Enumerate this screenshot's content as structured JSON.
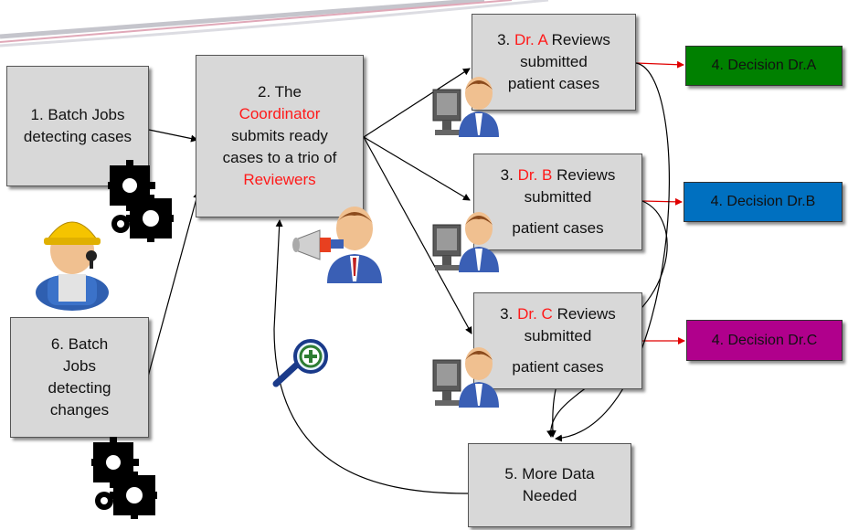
{
  "boxes": {
    "b1": {
      "text": "1. Batch Jobs detecting cases"
    },
    "b2": {
      "pre": "2. The",
      "red1": "Coordinator",
      "mid": "submits ready cases to a trio of",
      "red2": "Reviewers"
    },
    "b3a": {
      "pre": "3.",
      "red": "Dr. A",
      "post": "Reviews",
      "l2": "submitted",
      "l3": "patient cases"
    },
    "b3b": {
      "pre": "3.",
      "red": "Dr. B",
      "post": "Reviews",
      "l2": "submitted",
      "l3": "patient cases"
    },
    "b3c": {
      "pre": "3.",
      "red": "Dr. C",
      "post": "Reviews",
      "l2": "submitted",
      "l3": "patient cases"
    },
    "b5": {
      "text": "5. More Data Needed"
    },
    "b6": {
      "text": "6. Batch Jobs detecting changes"
    }
  },
  "decisions": {
    "a": {
      "text": "4. Decision Dr.A",
      "color": "#008000"
    },
    "b": {
      "text": "4. Decision Dr.B",
      "color": "#0070c0"
    },
    "c": {
      "text": "4. Decision Dr.C",
      "color": "#b0008c"
    }
  },
  "icons": [
    "gears-icon",
    "worker-icon",
    "coordinator-megaphone-icon",
    "doctor-computer-icon",
    "magnifier-plus-icon"
  ]
}
